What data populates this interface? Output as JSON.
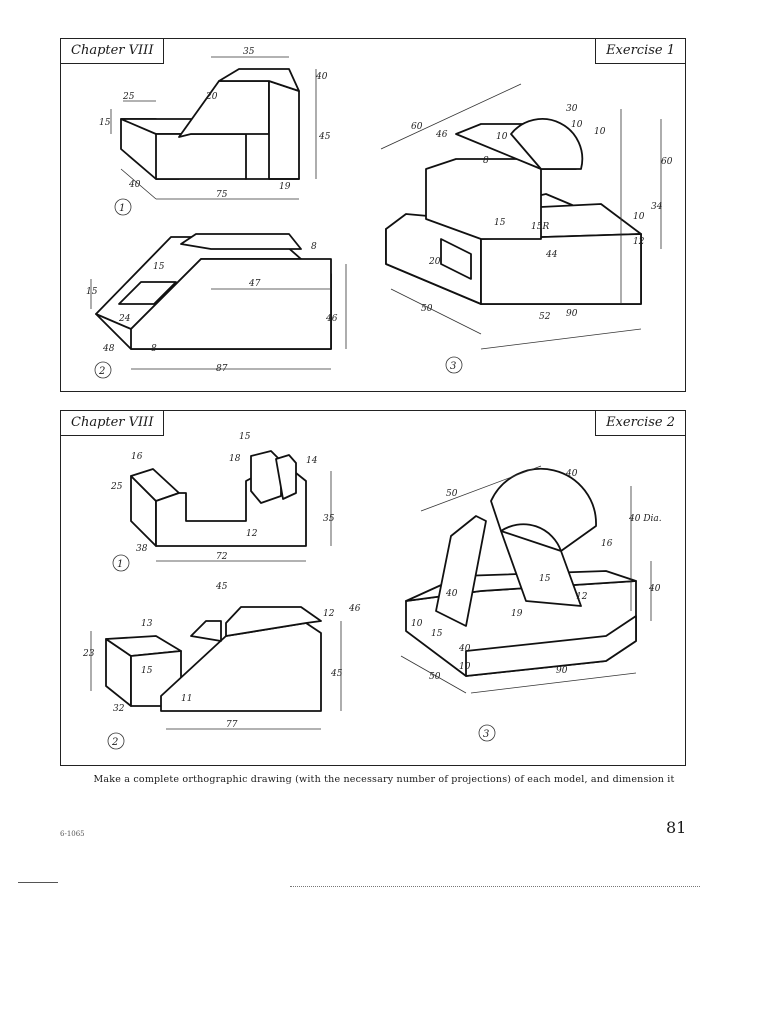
{
  "panels": [
    {
      "chapter": "Chapter VIII",
      "exercise": "Exercise 1",
      "models": [
        {
          "number": "1",
          "dims": [
            "35",
            "25",
            "20",
            "40",
            "15",
            "45",
            "40",
            "75",
            "19"
          ]
        },
        {
          "number": "2",
          "dims": [
            "8",
            "15",
            "15",
            "47",
            "24",
            "48",
            "46",
            "8",
            "87"
          ]
        },
        {
          "number": "3",
          "dims": [
            "60",
            "46",
            "30",
            "10",
            "10",
            "10",
            "8",
            "60",
            "15",
            "15R",
            "10",
            "34",
            "12",
            "20",
            "44",
            "50",
            "52",
            "90"
          ]
        }
      ]
    },
    {
      "chapter": "Chapter VIII",
      "exercise": "Exercise 2",
      "models": [
        {
          "number": "1",
          "dims": [
            "16",
            "15",
            "25",
            "18",
            "14",
            "35",
            "12",
            "38",
            "72"
          ]
        },
        {
          "number": "2",
          "dims": [
            "45",
            "13",
            "12",
            "46",
            "23",
            "15",
            "45",
            "11",
            "32",
            "77"
          ]
        },
        {
          "number": "3",
          "dims": [
            "40",
            "50",
            "40 Dia.",
            "16",
            "40",
            "15",
            "12",
            "10",
            "15",
            "40",
            "19",
            "10",
            "40",
            "50",
            "90"
          ]
        }
      ]
    }
  ],
  "caption": "Make a complete orthographic drawing (with the necessary number of projections) of each model, and dimension it",
  "page_number": "81",
  "print_code": "6-1065"
}
